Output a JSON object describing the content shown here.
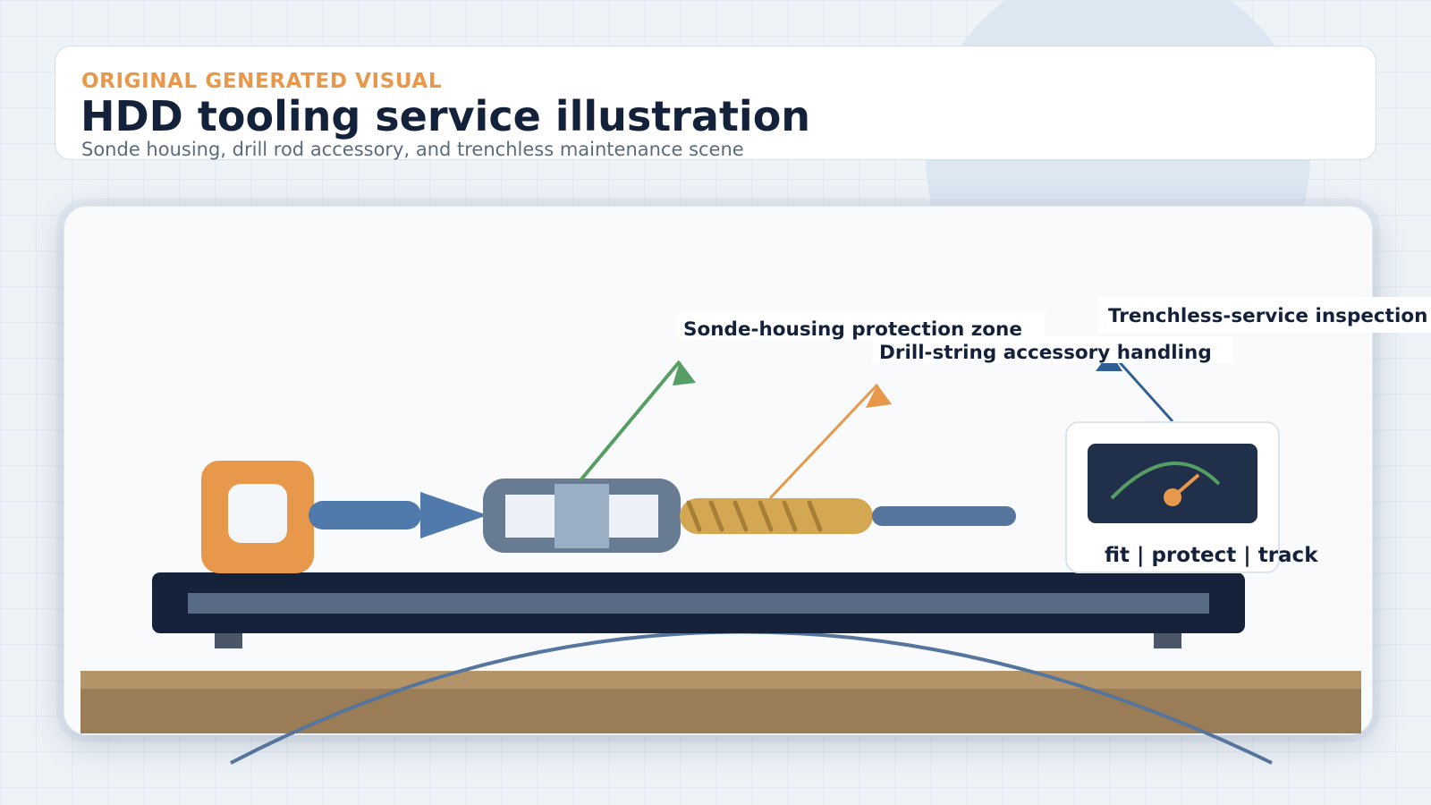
{
  "header": {
    "kicker": "ORIGINAL GENERATED VISUAL",
    "title": "HDD tooling service illustration",
    "subtitle": "Sonde housing, drill rod accessory, and trenchless maintenance scene"
  },
  "callouts": {
    "sonde_housing": "Sonde-housing protection zone",
    "drill_string": "Drill-string accessory handling",
    "inspection": "Trenchless-service inspection"
  },
  "gauge_caption": "fit | protect | track",
  "colors": {
    "accent_orange": "#e8984a",
    "accent_green": "#579e64",
    "accent_blue": "#2f5f95",
    "navy": "#16213a",
    "rod_gold": "#d4a853",
    "steel_blue": "#4f7aab",
    "soil": "#9a7c56"
  },
  "icons": [
    "orange-square-coupler-icon",
    "arrow-icon",
    "sonde-housing-icon",
    "threaded-rod-icon",
    "gauge-icon"
  ]
}
